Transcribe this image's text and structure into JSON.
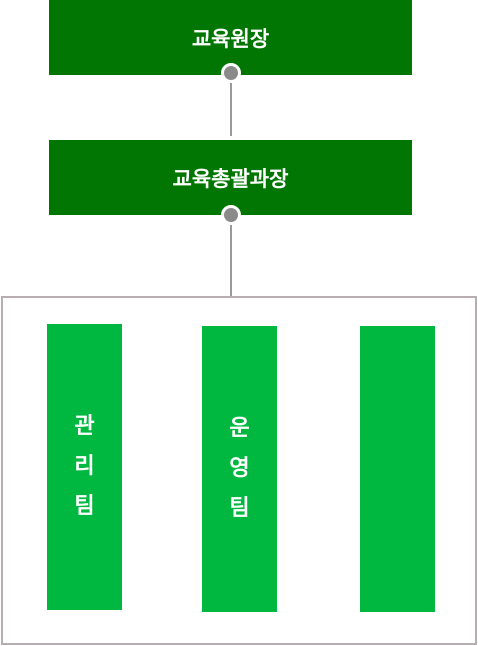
{
  "org": {
    "director": "교육원장",
    "general_manager": "교육총괄과장"
  },
  "teams": [
    {
      "chars": [
        "관",
        "리",
        "팀"
      ]
    },
    {
      "chars": [
        "운",
        "영",
        "팀"
      ]
    },
    {
      "chars": []
    }
  ],
  "colors": {
    "top_box": "#027602",
    "team_box": "#00b740",
    "connector": "#9a9a9a",
    "frame_border": "#b8aeb1"
  }
}
